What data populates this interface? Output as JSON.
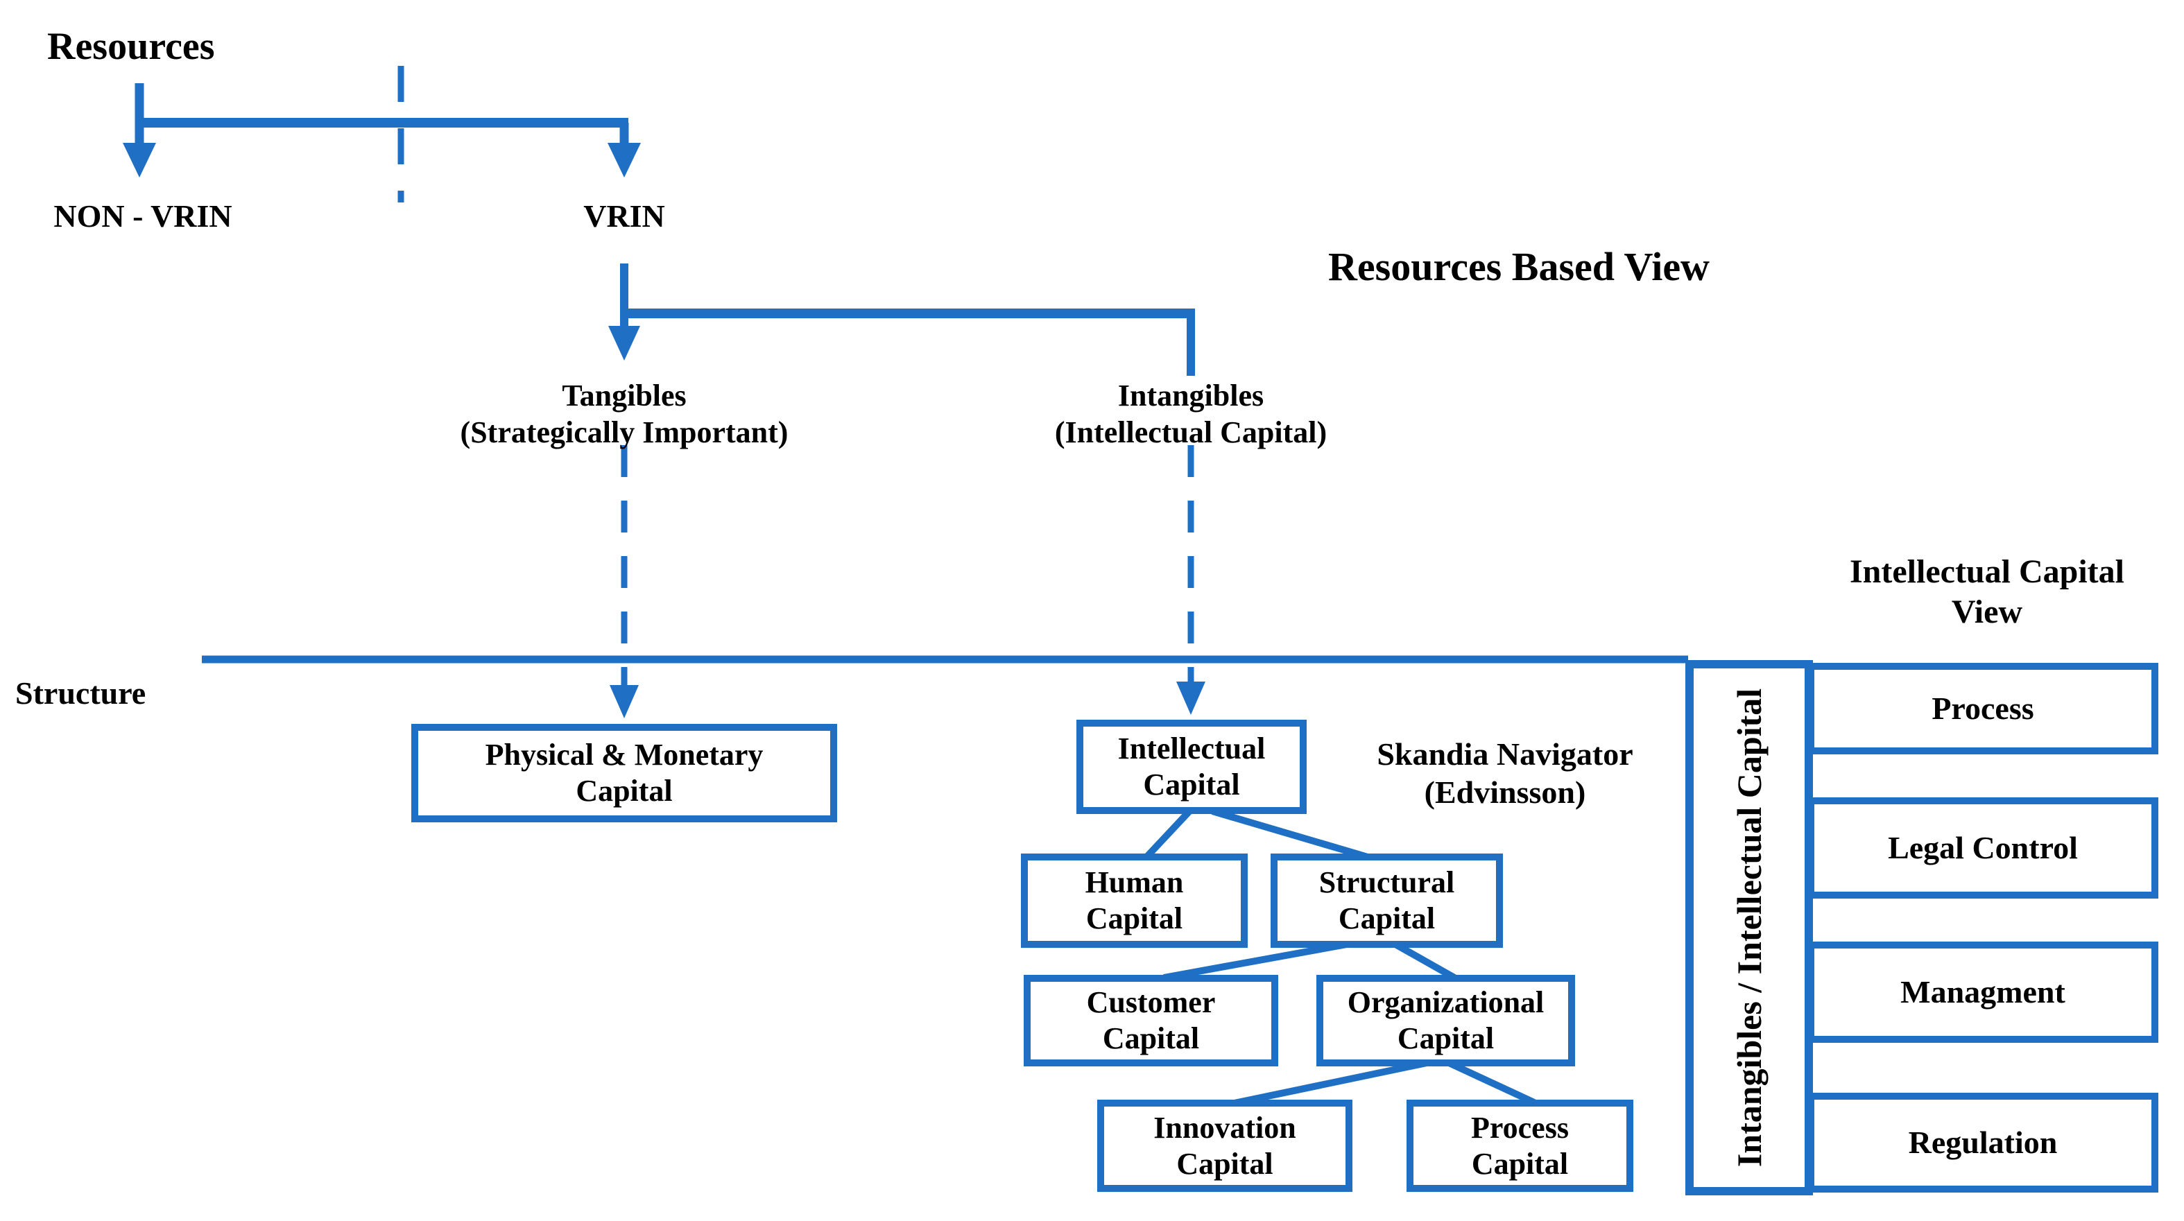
{
  "colors": {
    "blue": "#1f6fc4",
    "black": "#000000",
    "background": "#ffffff"
  },
  "labels": {
    "resources": "Resources",
    "non_vrin": "NON - VRIN",
    "vrin": "VRIN",
    "rbv_title": "Resources Based View",
    "tangibles": [
      "Tangibles",
      "(Strategically Important)"
    ],
    "intangibles": [
      "Intangibles",
      "(Intellectual Capital)"
    ],
    "structure": "Structure",
    "skandia": [
      "Skandia Navigator",
      "(Edvinsson)"
    ],
    "ic_view_heading": [
      "Intellectual Capital",
      "View"
    ],
    "vertical_box": "Intangibles / Intellectual Capital"
  },
  "boxes": {
    "physical": [
      "Physical & Monetary",
      "Capital"
    ],
    "intellectual": [
      "Intellectual",
      "Capital"
    ],
    "human": [
      "Human",
      "Capital"
    ],
    "structural": [
      "Structural",
      "Capital"
    ],
    "customer": [
      "Customer",
      "Capital"
    ],
    "organizational": [
      "Organizational",
      "Capital"
    ],
    "innovation": [
      "Innovation",
      "Capital"
    ],
    "process_capital": [
      "Process",
      "Capital"
    ],
    "ic_view_items": [
      "Process",
      "Legal Control",
      "Managment",
      "Regulation"
    ]
  }
}
